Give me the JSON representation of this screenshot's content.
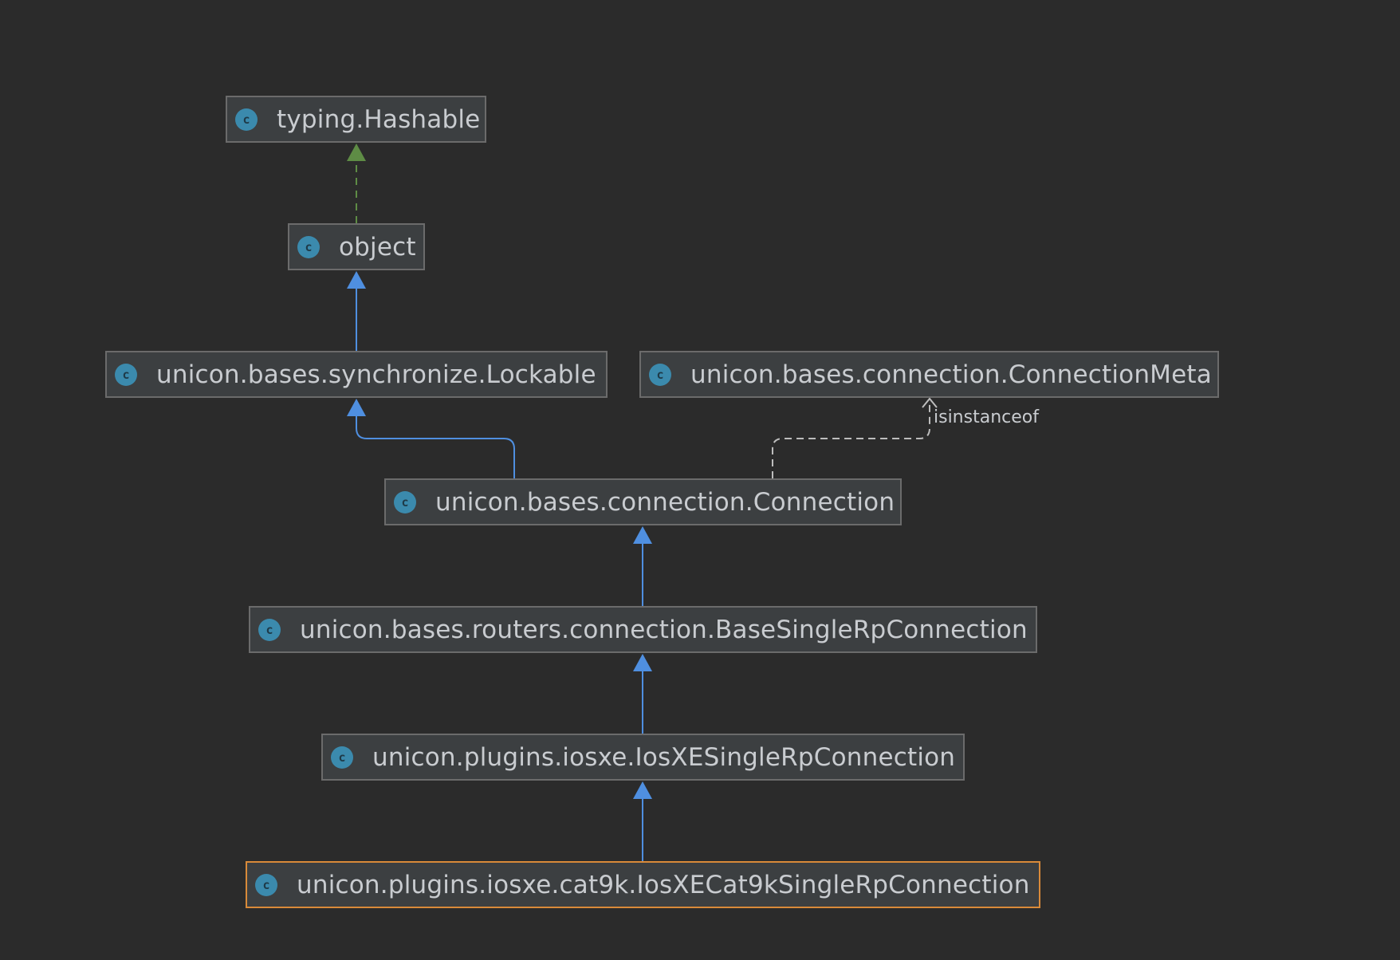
{
  "icon": "class-icon",
  "icon_glyph": "c",
  "colors": {
    "background": "#2b2b2b",
    "node_fill": "#3c3f41",
    "node_border": "#6b6b6b",
    "selected_border": "#d98a39",
    "inheritance_arrow": "#4f8fe0",
    "implements_arrow": "#5e8c45",
    "dependency_arrow": "#bdbdbd"
  },
  "nodes": [
    {
      "id": "hashable",
      "label": "typing.Hashable",
      "selected": false
    },
    {
      "id": "object",
      "label": "object",
      "selected": false
    },
    {
      "id": "lockable",
      "label": "unicon.bases.synchronize.Lockable",
      "selected": false
    },
    {
      "id": "connmeta",
      "label": "unicon.bases.connection.ConnectionMeta",
      "selected": false
    },
    {
      "id": "connection",
      "label": "unicon.bases.connection.Connection",
      "selected": false
    },
    {
      "id": "basesinglerp",
      "label": "unicon.bases.routers.connection.BaseSingleRpConnection",
      "selected": false
    },
    {
      "id": "iosxesinglerp",
      "label": "unicon.plugins.iosxe.IosXESingleRpConnection",
      "selected": false
    },
    {
      "id": "cat9k",
      "label": "unicon.plugins.iosxe.cat9k.IosXECat9kSingleRpConnection",
      "selected": true
    }
  ],
  "edges": [
    {
      "from": "object",
      "to": "hashable",
      "kind": "implements"
    },
    {
      "from": "lockable",
      "to": "object",
      "kind": "extends"
    },
    {
      "from": "connection",
      "to": "lockable",
      "kind": "extends"
    },
    {
      "from": "connection",
      "to": "connmeta",
      "kind": "dependency",
      "label": "isinstanceof"
    },
    {
      "from": "basesinglerp",
      "to": "connection",
      "kind": "extends"
    },
    {
      "from": "iosxesinglerp",
      "to": "basesinglerp",
      "kind": "extends"
    },
    {
      "from": "cat9k",
      "to": "iosxesinglerp",
      "kind": "extends"
    }
  ]
}
